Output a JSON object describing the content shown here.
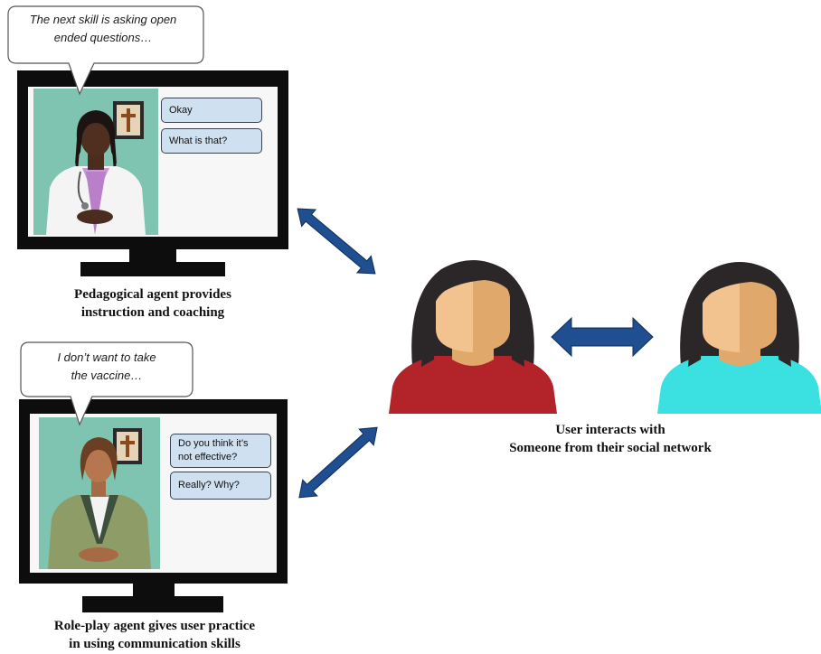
{
  "top_panel": {
    "speech": [
      "The next skill is asking open",
      "ended questions…"
    ],
    "options": [
      "Okay",
      "What is that?"
    ],
    "caption": [
      "Pedagogical agent provides",
      "instruction and coaching"
    ]
  },
  "bottom_panel": {
    "speech": [
      "I don’t want to take",
      "the vaccine…"
    ],
    "options": [
      "Do you think it’s not effective?",
      "Really? Why?"
    ],
    "caption": [
      "Role-play agent gives user practice",
      "in using communication skills"
    ]
  },
  "right_panel": {
    "caption": [
      "User interacts with",
      "Someone from their social network"
    ]
  },
  "colors": {
    "arrow": "#1f4f91",
    "monitor": "#0d0d0d",
    "option_fill": "#cfe0f1",
    "user_shirt": "#b3232a",
    "contact_shirt": "#3be0e0",
    "hair": "#2b2628",
    "skin_light": "#f2c38f",
    "skin_dark": "#e1a86c"
  }
}
